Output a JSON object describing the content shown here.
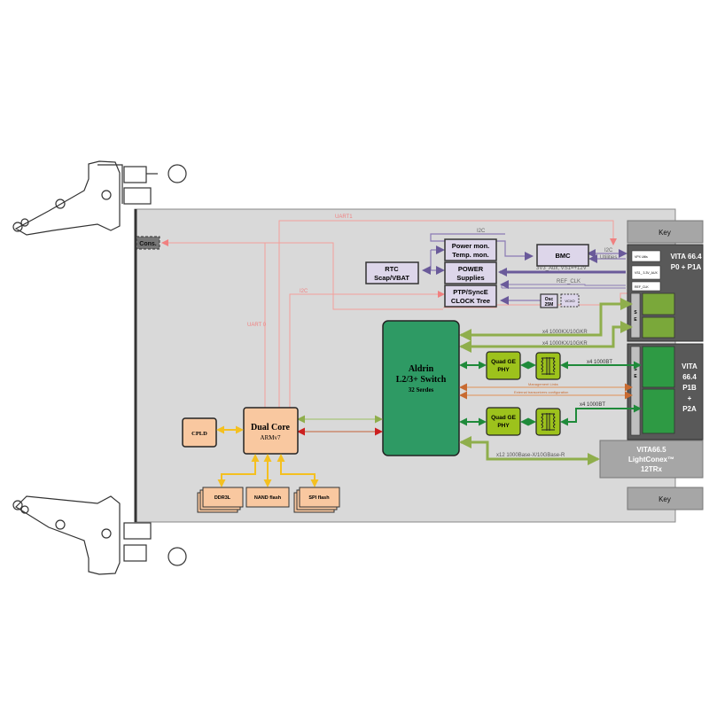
{
  "title": "VPX board block diagram",
  "colors": {
    "board": "#d9d9d9",
    "uart": "#f4a09a",
    "power": "#7a68a4",
    "power_box": "#ddd6ea",
    "switch": "#2e9a64",
    "phy": "#9dc21c",
    "cpu": "#f9c8a0",
    "kx_link": "#8fae4c",
    "bt_link": "#1f8a3a",
    "mgmt_link": "#c87a4a",
    "yellow_link": "#f4c020",
    "red_link": "#cc2020",
    "connector_dark": "#595959",
    "key": "#a6a6a6"
  },
  "connectors": {
    "console": "Cons.",
    "key_top": "Key",
    "key_bottom": "Key",
    "p0": {
      "title_line1": "VITA 66.4",
      "title_line2": "P0 + P1A",
      "pins": [
        "VPX Utils",
        "VS1_ 3.3V_AUX",
        "REF_CLK"
      ],
      "se": "S E"
    },
    "p1b": {
      "title_lines": [
        "VITA",
        "66.4",
        "P1B",
        "+",
        "P2A"
      ],
      "se": "S E"
    },
    "lightconex": {
      "lines": [
        "VITA66.5",
        "LightConex™",
        "12TRx"
      ]
    }
  },
  "blocks": {
    "power_mon": [
      "Power mon.",
      "Temp. mon."
    ],
    "power_supplies": [
      "POWER",
      "Supplies"
    ],
    "rtc": [
      "RTC",
      "Scap/VBAT"
    ],
    "ptp": [
      "PTP/SyncE",
      "CLOCK Tree"
    ],
    "bmc": "BMC",
    "osc": [
      "Osc",
      "25M"
    ],
    "vcxo": "VCXO",
    "switch": [
      "Aldrin",
      "L2/3+ Switch",
      "32 Serdes"
    ],
    "phy_top": [
      "Quad GE",
      "PHY"
    ],
    "phy_bottom": [
      "Quad GE",
      "PHY"
    ],
    "cpu": [
      "Dual Core",
      "ARMv7"
    ],
    "cpld": "CPLD",
    "ddr": "DDR3L",
    "nand": "NAND flash",
    "spi": "SPI flash"
  },
  "links": {
    "uart1": "UART1",
    "uart0": "UART 0",
    "i2c_pink": "I2C",
    "i2c_power": "I2C",
    "bmc_i2c": "I2C",
    "bmc_utilities": "Utilities",
    "power_rail": "3V3_Aux, VS1=+12V",
    "ref_clk": "REF_CLK",
    "kx1": "x4 1000KX/10GKR",
    "kx2": "x4 1000KX/10GKR",
    "bt1": "x4 1000BT",
    "bt2": "x4 1000BT",
    "mgmt": "Management Links",
    "ext_cfg": "External transceivers configuration",
    "optical": "x12 1000Base-X/10GBase-R"
  }
}
